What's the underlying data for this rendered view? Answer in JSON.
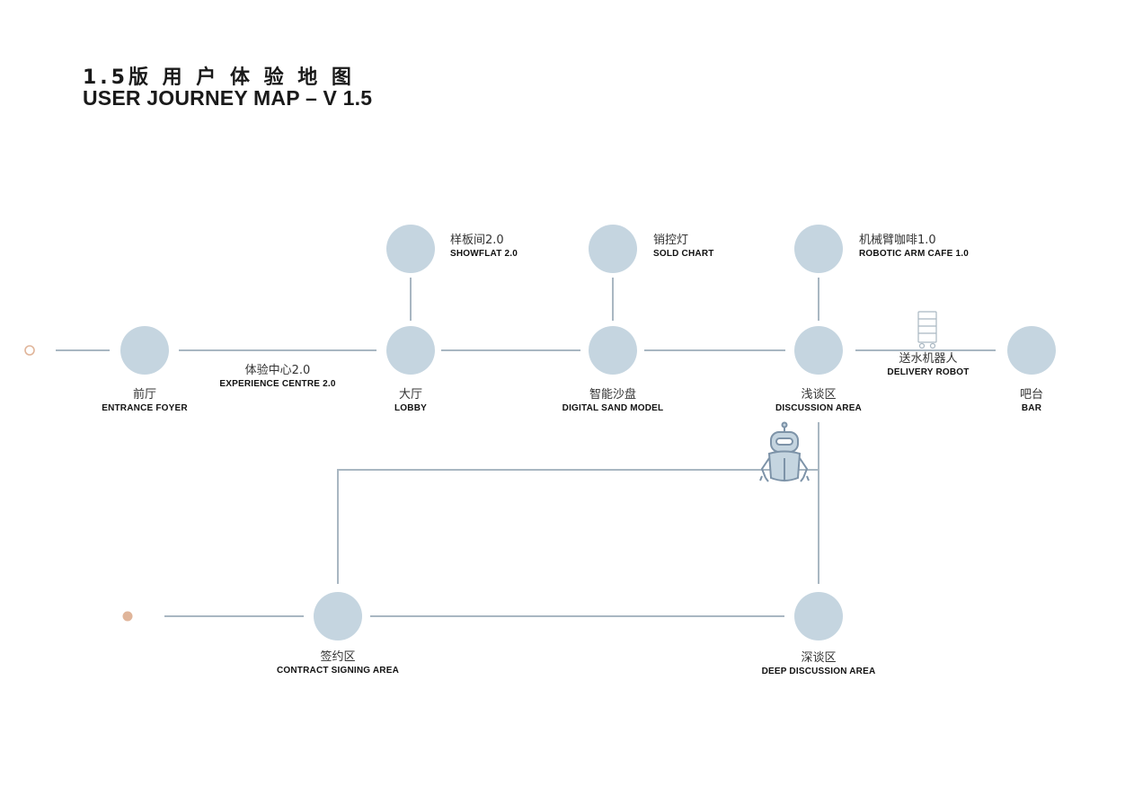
{
  "header": {
    "title_cn": "1.5版 用 户 体 验 地 图",
    "title_en": "USER JOURNEY MAP – V 1.5"
  },
  "colors": {
    "node_fill": "#c5d5e0",
    "line": "#a9b7c2",
    "start_marker": "#e0b59a",
    "icon_stroke": "#7d93a8"
  },
  "nodes": {
    "foyer": {
      "cn": "前厅",
      "en": "ENTRANCE FOYER"
    },
    "experience": {
      "cn": "体验中心2.0",
      "en": "EXPERIENCE CENTRE 2.0"
    },
    "lobby": {
      "cn": "大厅",
      "en": "LOBBY"
    },
    "showflat": {
      "cn": "样板间2.0",
      "en": "SHOWFLAT 2.0"
    },
    "sand": {
      "cn": "智能沙盘",
      "en": "DIGITAL SAND MODEL"
    },
    "sold": {
      "cn": "销控灯",
      "en": "SOLD CHART"
    },
    "discussion": {
      "cn": "浅谈区",
      "en": "DISCUSSION AREA"
    },
    "cafe": {
      "cn": "机械臂咖啡1.0",
      "en": "ROBOTIC ARM CAFE 1.0"
    },
    "delivery": {
      "cn": "送水机器人",
      "en": "DELIVERY ROBOT"
    },
    "bar": {
      "cn": "吧台",
      "en": "BAR"
    },
    "contract": {
      "cn": "签约区",
      "en": "CONTRACT SIGNING AREA"
    },
    "deep": {
      "cn": "深谈区",
      "en": "DEEP DISCUSSION AREA"
    }
  },
  "icons": {
    "delivery_robot": "delivery-cart-robot-icon",
    "robot": "humanoid-robot-icon"
  }
}
